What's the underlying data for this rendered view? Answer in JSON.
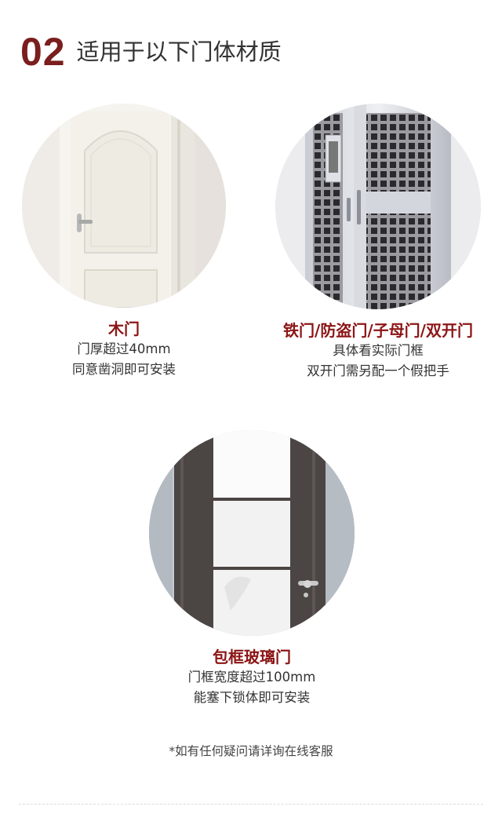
{
  "header": {
    "number": "02",
    "title": "适用于以下门体材质"
  },
  "items": [
    {
      "label": "木门",
      "desc": [
        "门厚超过40mm",
        "同意凿洞即可安装"
      ],
      "image": "wooden-door-photo"
    },
    {
      "label": "铁门/防盗门/子母门/双开门",
      "desc": [
        "具体看实际门框",
        "双开门需另配一个假把手"
      ],
      "image": "security-door-photo"
    },
    {
      "label": "包框玻璃门",
      "desc": [
        "门框宽度超过100mm",
        "能塞下锁体即可安装"
      ],
      "image": "glass-door-photo"
    }
  ],
  "note": "*如有任何疑问请详询在线客服",
  "colors": {
    "accent": "#7a1e1e",
    "label": "#8c1515",
    "text": "#333333"
  }
}
